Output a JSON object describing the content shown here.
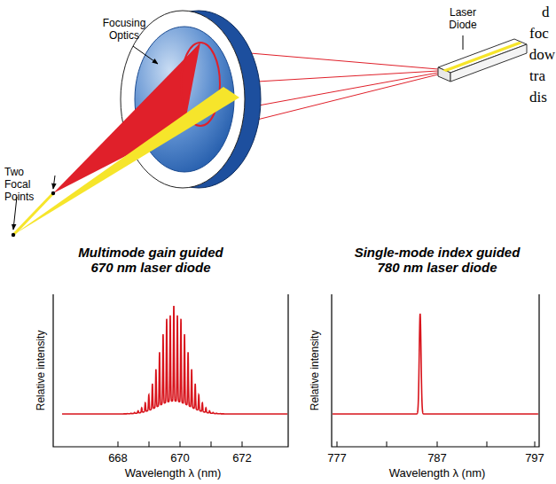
{
  "diagram": {
    "labels": [
      "Focusing Optics",
      "Laser Diode",
      "Two Focal Points",
      "d",
      "foc",
      "dow",
      "tra",
      "dis",
      "Multimode gain guided 670 nm laser diode",
      "Single-mode index guided 780 nm laser diode",
      "Relative intensity",
      "Relative intensity",
      "668",
      "670",
      "672",
      "777",
      "787",
      "797",
      "Wavelength λ (nm)",
      "Wavelength λ (nm)"
    ]
  }
}
